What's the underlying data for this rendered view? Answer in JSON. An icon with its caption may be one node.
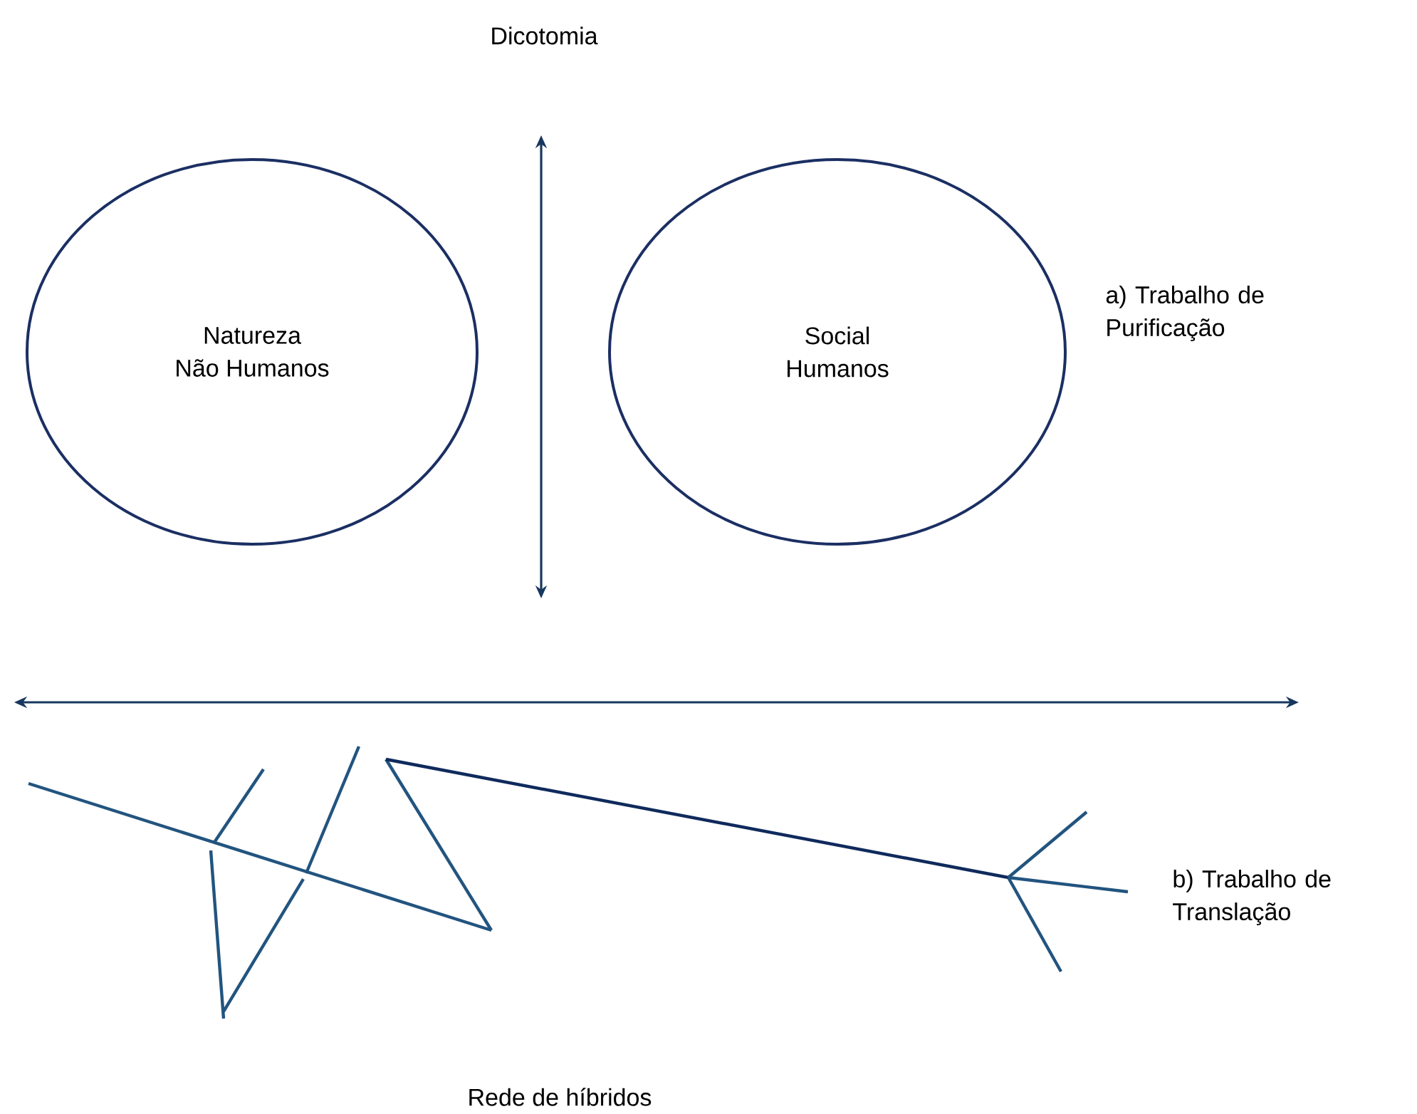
{
  "diagram": {
    "nodes": [
      {
        "text": [
          "Natureza",
          "Não Humanos"
        ]
      },
      {
        "text": [
          "Social",
          "Humanos"
        ]
      }
    ],
    "labels": [
      "Dicotomia",
      "a) Trabalho de Purificação",
      "b) Trabalho de Translação",
      "Rede de híbridos"
    ]
  }
}
